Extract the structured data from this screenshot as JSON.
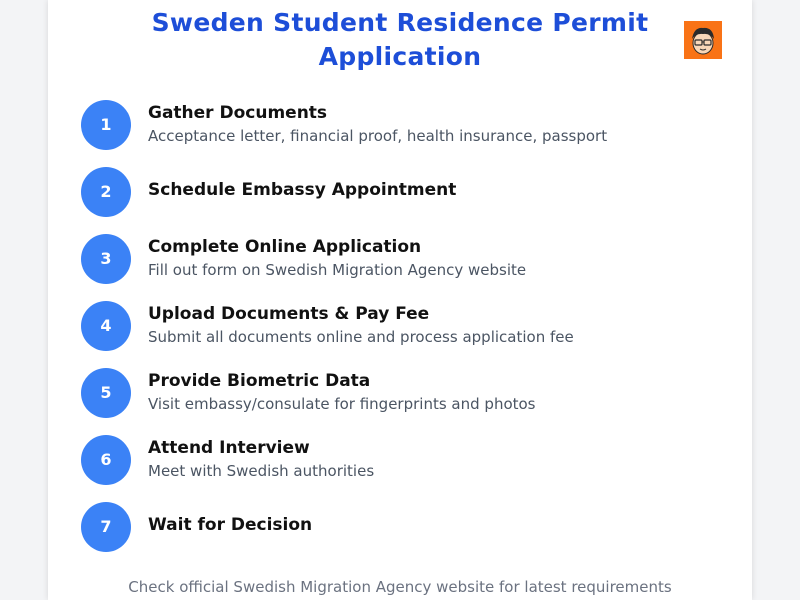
{
  "title": "Sweden Student Residence Permit Application",
  "avatar_icon": "student-avatar-icon",
  "colors": {
    "title": "#1d4ed8",
    "step_circle": "#3b82f6",
    "avatar_bg": "#f97316"
  },
  "steps": [
    {
      "number": "1",
      "title": "Gather Documents",
      "desc": "Acceptance letter, financial proof, health insurance, passport"
    },
    {
      "number": "2",
      "title": "Schedule Embassy Appointment",
      "desc": ""
    },
    {
      "number": "3",
      "title": "Complete Online Application",
      "desc": "Fill out form on Swedish Migration Agency website"
    },
    {
      "number": "4",
      "title": "Upload Documents & Pay Fee",
      "desc": "Submit all documents online and process application fee"
    },
    {
      "number": "5",
      "title": "Provide Biometric Data",
      "desc": "Visit embassy/consulate for fingerprints and photos"
    },
    {
      "number": "6",
      "title": "Attend Interview",
      "desc": "Meet with Swedish authorities"
    },
    {
      "number": "7",
      "title": "Wait for Decision",
      "desc": ""
    }
  ],
  "footer": "Check official Swedish Migration Agency website for latest requirements"
}
